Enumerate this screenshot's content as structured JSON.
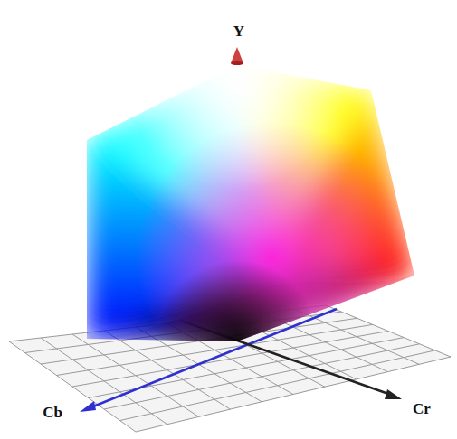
{
  "diagram": {
    "labels": [
      "Y",
      "Cb",
      "Cr"
    ]
  }
}
